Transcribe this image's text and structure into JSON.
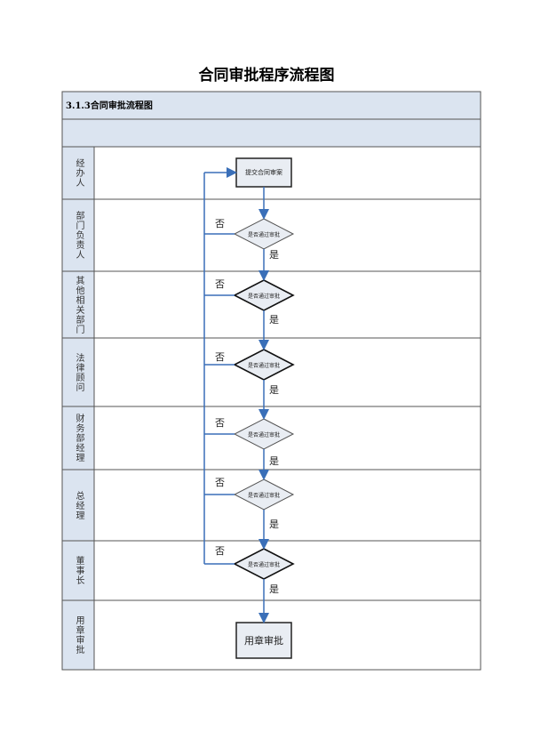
{
  "title": "合同审批程序流程图",
  "section_header": "3.1.3合同审批流程图",
  "lanes": [
    {
      "label": "经办人"
    },
    {
      "label": "部门负责人"
    },
    {
      "label": "其他相关部门"
    },
    {
      "label": "法律顾问"
    },
    {
      "label": "财务部经理"
    },
    {
      "label": "总经理"
    },
    {
      "label": "董事长"
    },
    {
      "label": "用章审批"
    }
  ],
  "nodes": {
    "start": "提交合同审案",
    "decision": "是否通过审批",
    "end": "用章审批"
  },
  "edge_labels": {
    "no": "否",
    "yes": "是"
  },
  "colors": {
    "arrow": "#3a6fb8",
    "header_bg": "#dbe4f0",
    "diamond_fill": "#e9edf3",
    "border": "#555555"
  }
}
